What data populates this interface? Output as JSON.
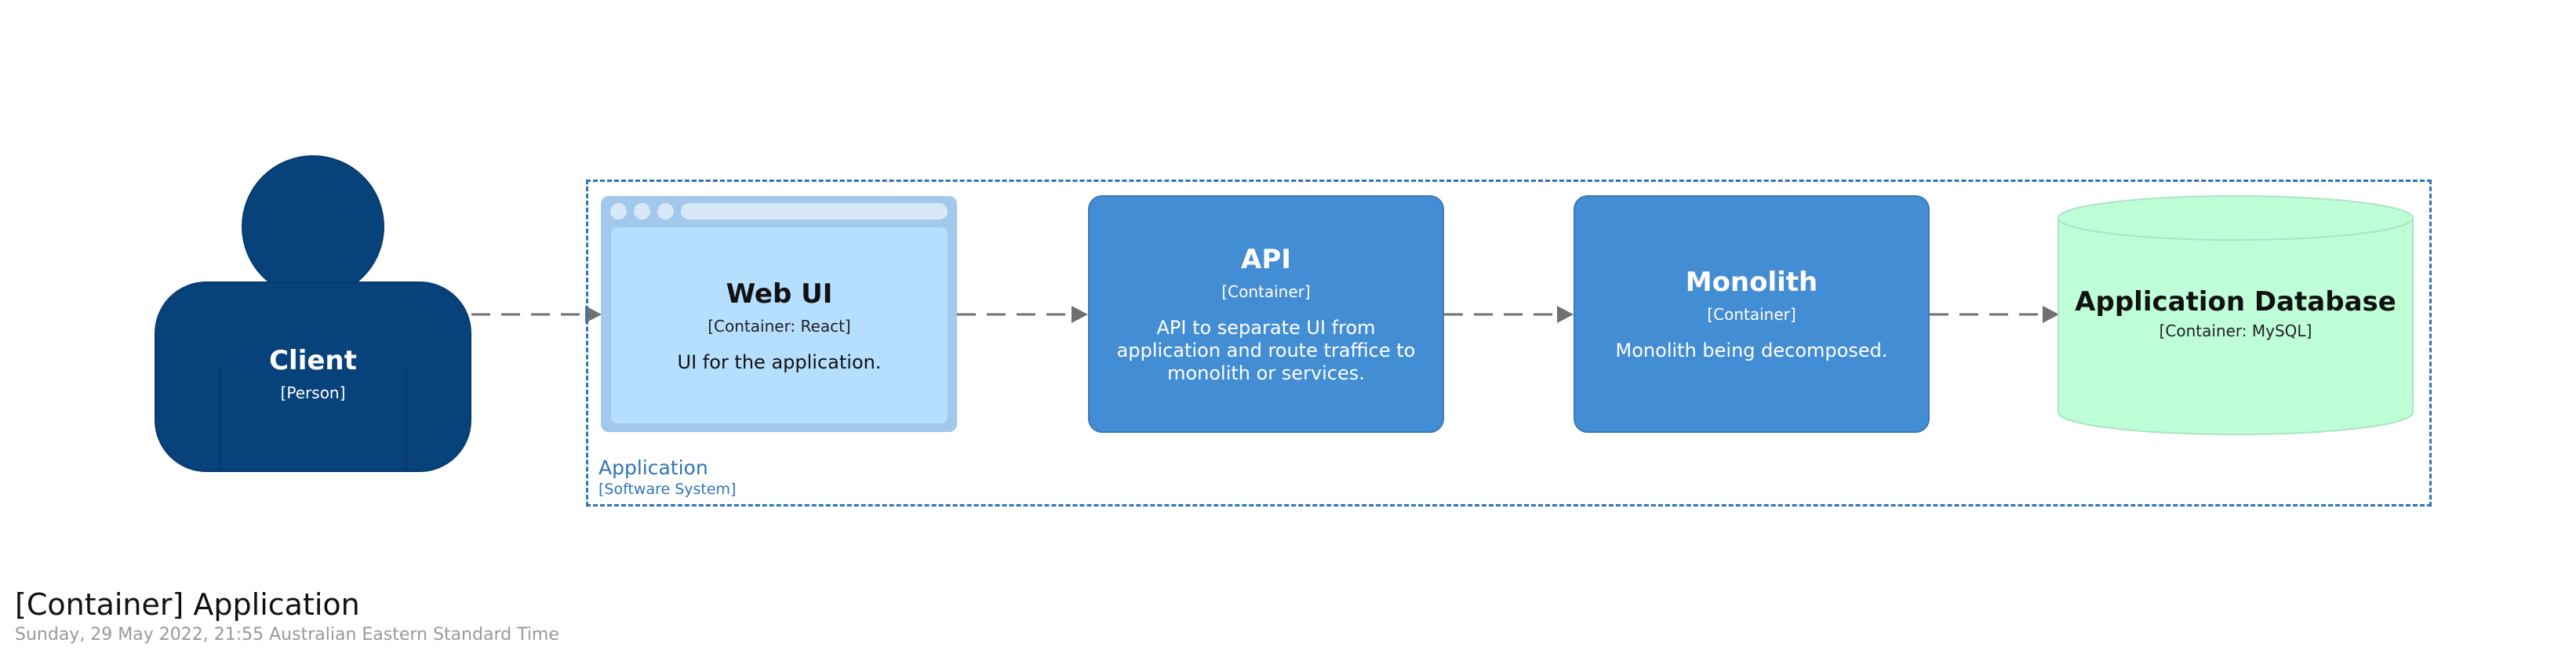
{
  "diagram": {
    "footer_title": "[Container] Application",
    "footer_date": "Sunday, 29 May 2022, 21:55 Australian Eastern Standard Time"
  },
  "boundary": {
    "name": "Application",
    "type": "[Software System]",
    "color": "#2f74b9"
  },
  "nodes": {
    "client": {
      "name": "Client",
      "type": "[Person]",
      "color": "#08427b"
    },
    "webui": {
      "name": "Web UI",
      "type": "[Container: React]",
      "description": "UI for the application.",
      "color": "#b5deff",
      "shape": "web-browser"
    },
    "api": {
      "name": "API",
      "type": "[Container]",
      "description": "API to separate UI from application and route traffice to monolith or services.",
      "color": "#438dd5"
    },
    "monolith": {
      "name": "Monolith",
      "type": "[Container]",
      "description": "Monolith being decomposed.",
      "color": "#438dd5"
    },
    "database": {
      "name": "Application Database",
      "type": "[Container: MySQL]",
      "color": "#bfffd8",
      "shape": "cylinder"
    }
  },
  "edges": [
    {
      "from": "client",
      "to": "webui",
      "style": "dashed"
    },
    {
      "from": "webui",
      "to": "api",
      "style": "dashed"
    },
    {
      "from": "api",
      "to": "monolith",
      "style": "dashed"
    },
    {
      "from": "monolith",
      "to": "database",
      "style": "dashed"
    }
  ],
  "edge_color": "#707070"
}
